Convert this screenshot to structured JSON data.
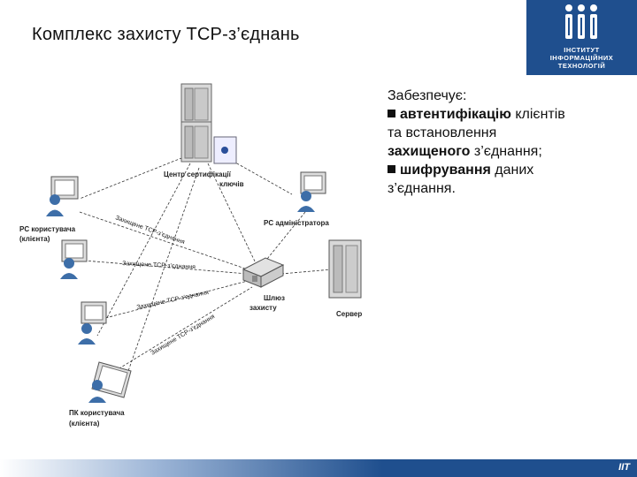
{
  "title": "Комплекс захисту TCP-з’єднань",
  "logo": {
    "line1": "ІНСТИТУТ",
    "line2": "ІНФОРМАЦІЙНИХ",
    "line3": "ТЕХНОЛОГІЙ"
  },
  "text": {
    "intro": "Забезпечує:",
    "item1_bold": "автентифікацію",
    "item1_rest": " клієнтів",
    "item1_line2": "та встановлення",
    "item1_line3_bold": "захищеного",
    "item1_line3_rest": " з’єднання;",
    "item2_bold": "шифрування",
    "item2_rest": " даних",
    "item2_line2": "з’єднання."
  },
  "diagram": {
    "cert_center_1": "Центр сертифікації",
    "cert_center_2": "ключів",
    "pc_user_1": "PC користувача",
    "pc_user_2": "(клієнта)",
    "pc_admin": "PC адміністратора",
    "gateway_1": "Шлюз",
    "gateway_2": "захисту",
    "server": "Сервер",
    "laptop_1": "ПК користувача",
    "laptop_2": "(клієнта)",
    "conn": "Захищене TCP-з’єднання"
  },
  "footer_logo": "ІІТ"
}
